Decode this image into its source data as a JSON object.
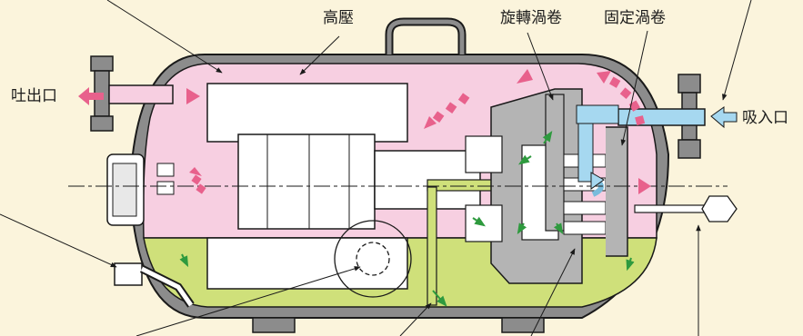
{
  "labels": {
    "high_pressure": "高壓",
    "orbiting_scroll": "旋轉渦卷",
    "fixed_scroll": "固定渦卷",
    "discharge_port": "吐出口",
    "suction_port": "吸入口"
  },
  "colors": {
    "background": "#fbf4dc",
    "shell": "#8c8c8c",
    "high_pressure_region": "#f7cfe1",
    "oil_sump": "#cfe07a",
    "flow_arrow": "#e8618c",
    "suction_gas": "#a6d8f0",
    "oil_flow_arrow": "#2e9a3e",
    "metal_part": "#b4b4b4",
    "outline": "#1a1a1a"
  }
}
